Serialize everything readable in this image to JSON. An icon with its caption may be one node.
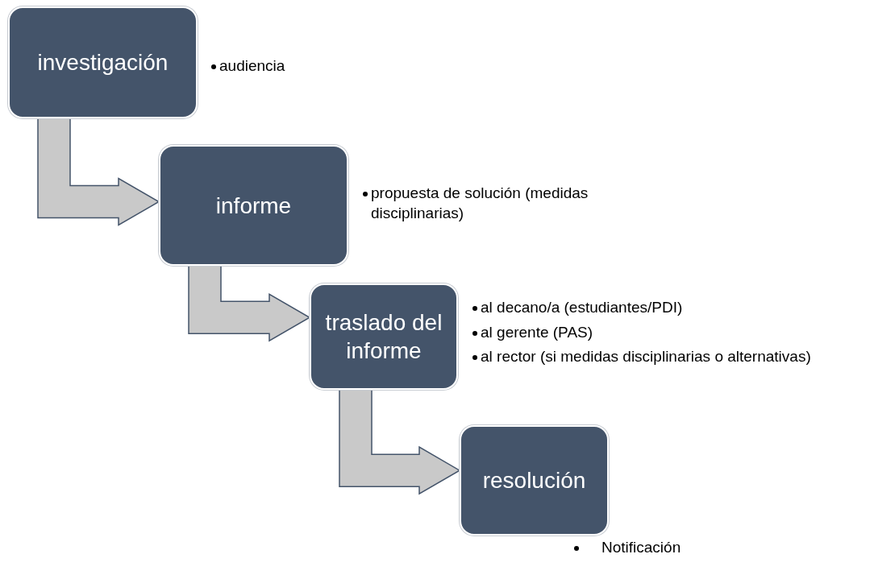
{
  "diagram": {
    "nodes": [
      {
        "text": [
          "investigación"
        ],
        "beside": [
          "audiencia"
        ]
      },
      {
        "text": [
          "informe"
        ],
        "beside": [
          "propuesta de solución (medidas disciplinarias)"
        ]
      },
      {
        "text": [
          "traslado del informe"
        ],
        "beside": [
          "al decano/a (estudiantes/PDI)",
          "al gerente (PAS)",
          "al rector (si medidas disciplinarias o alternativas)"
        ]
      },
      {
        "text": [
          "resolución"
        ],
        "beside": [
          "Notificación"
        ]
      }
    ],
    "edges": [
      {
        "from": 0,
        "to": 1,
        "arrow": "to",
        "style": "thick"
      },
      {
        "from": 1,
        "to": 2,
        "arrow": "to",
        "style": "thick"
      },
      {
        "from": 2,
        "to": 3,
        "arrow": "to",
        "style": "thick"
      }
    ]
  }
}
